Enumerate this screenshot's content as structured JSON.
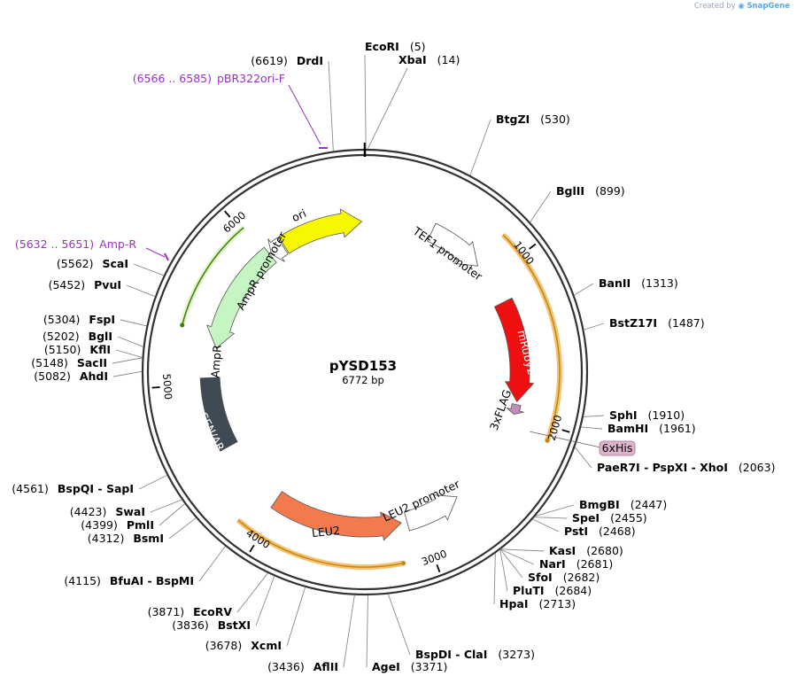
{
  "credit": {
    "prefix": "Created by",
    "app": "SnapGene"
  },
  "map": {
    "name": "pYSD153",
    "length_label": "6772 bp",
    "total_bp": 6772,
    "ticks": [
      {
        "bp": 1000,
        "label": "1000"
      },
      {
        "bp": 2000,
        "label": "2000"
      },
      {
        "bp": 3000,
        "label": "3000"
      },
      {
        "bp": 4000,
        "label": "4000"
      },
      {
        "bp": 5000,
        "label": "5000"
      },
      {
        "bp": 6000,
        "label": "6000"
      }
    ]
  },
  "features": [
    {
      "name": "ori",
      "start": 6160,
      "end": 6750,
      "color": "#f7f700",
      "direction": "cw",
      "ring": "inner2"
    },
    {
      "name": "TEF1 promoter",
      "start": 480,
      "end": 880,
      "color": "#ffffff",
      "direction": "cw",
      "ring": "inner1"
    },
    {
      "name": "mRuby2",
      "start": 1190,
      "end": 1900,
      "color": "#ee1010",
      "direction": "cw",
      "ring": "inner1"
    },
    {
      "name": "3xFLAG",
      "start": 1920,
      "end": 1990,
      "color": "#c48cb8",
      "direction": "cw",
      "ring": "inner1"
    },
    {
      "name": "LEU2 promoter",
      "start": 2700,
      "end": 3090,
      "color": "#ffffff",
      "direction": "ccw",
      "ring": "inner1"
    },
    {
      "name": "LEU2",
      "start": 3130,
      "end": 4040,
      "color": "#f27a4d",
      "direction": "ccw",
      "ring": "inner1"
    },
    {
      "name": "CEN/ARS",
      "start": 4540,
      "end": 5040,
      "color": "#3f4a55",
      "direction": "none",
      "ring": "inner1"
    },
    {
      "name": "AmpR",
      "start": 5250,
      "end": 6040,
      "color": "#c6f5c4",
      "direction": "ccw",
      "ring": "inner2"
    },
    {
      "name": "AmpR promoter",
      "start": 6050,
      "end": 6150,
      "color": "#ffffff",
      "direction": "ccw",
      "ring": "inner2"
    }
  ],
  "primers": [
    {
      "name": "pBR322ori-F",
      "range": "(6566 .. 6585)",
      "pos": 6575
    },
    {
      "name": "Amp-R",
      "range": "(5632 .. 5651)",
      "pos": 5641
    }
  ],
  "tag_box": {
    "label": "6xHis"
  },
  "enzymes": [
    {
      "name": "EcoRI",
      "pos": "(5)",
      "bp": 5
    },
    {
      "name": "XbaI",
      "pos": "(14)",
      "bp": 14
    },
    {
      "name": "DrdI",
      "pos": "(6619)",
      "bp": 6619
    },
    {
      "name": "BtgZI",
      "pos": "(530)",
      "bp": 530
    },
    {
      "name": "BglII",
      "pos": "(899)",
      "bp": 899
    },
    {
      "name": "BanII",
      "pos": "(1313)",
      "bp": 1313
    },
    {
      "name": "BstZ17I",
      "pos": "(1487)",
      "bp": 1487
    },
    {
      "name": "SphI",
      "pos": "(1910)",
      "bp": 1910
    },
    {
      "name": "BamHI",
      "pos": "(1961)",
      "bp": 1961
    },
    {
      "name": "PaeR7I - PspXI - XhoI",
      "pos": "(2063)",
      "bp": 2063
    },
    {
      "name": "BmgBI",
      "pos": "(2447)",
      "bp": 2447
    },
    {
      "name": "SpeI",
      "pos": "(2455)",
      "bp": 2455
    },
    {
      "name": "PstI",
      "pos": "(2468)",
      "bp": 2468
    },
    {
      "name": "KasI",
      "pos": "(2680)",
      "bp": 2680
    },
    {
      "name": "NarI",
      "pos": "(2681)",
      "bp": 2681
    },
    {
      "name": "SfoI",
      "pos": "(2682)",
      "bp": 2682
    },
    {
      "name": "PluTI",
      "pos": "(2684)",
      "bp": 2684
    },
    {
      "name": "HpaI",
      "pos": "(2713)",
      "bp": 2713
    },
    {
      "name": "BspDI - ClaI",
      "pos": "(3273)",
      "bp": 3273
    },
    {
      "name": "AgeI",
      "pos": "(3371)",
      "bp": 3371
    },
    {
      "name": "AflII",
      "pos": "(3436)",
      "bp": 3436
    },
    {
      "name": "XcmI",
      "pos": "(3678)",
      "bp": 3678
    },
    {
      "name": "BstXI",
      "pos": "(3836)",
      "bp": 3836
    },
    {
      "name": "EcoRV",
      "pos": "(3871)",
      "bp": 3871
    },
    {
      "name": "BfuAI - BspMI",
      "pos": "(4115)",
      "bp": 4115
    },
    {
      "name": "BsmI",
      "pos": "(4312)",
      "bp": 4312
    },
    {
      "name": "PmlI",
      "pos": "(4399)",
      "bp": 4399
    },
    {
      "name": "SwaI",
      "pos": "(4423)",
      "bp": 4423
    },
    {
      "name": "BspQI - SapI",
      "pos": "(4561)",
      "bp": 4561
    },
    {
      "name": "AhdI",
      "pos": "(5082)",
      "bp": 5082
    },
    {
      "name": "SacII",
      "pos": "(5148)",
      "bp": 5148
    },
    {
      "name": "KflI",
      "pos": "(5150)",
      "bp": 5150
    },
    {
      "name": "BglI",
      "pos": "(5202)",
      "bp": 5202
    },
    {
      "name": "FspI",
      "pos": "(5304)",
      "bp": 5304
    },
    {
      "name": "PvuI",
      "pos": "(5452)",
      "bp": 5452
    },
    {
      "name": "ScaI",
      "pos": "(5562)",
      "bp": 5562
    }
  ]
}
